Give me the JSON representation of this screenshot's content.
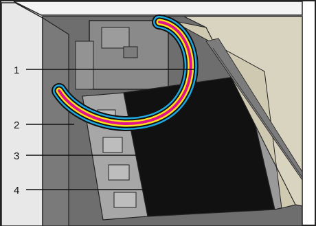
{
  "figure": {
    "callouts": [
      {
        "number": "1",
        "refers_to": "ink-tube-ribbon"
      },
      {
        "number": "2",
        "refers_to": "left-side-frame"
      },
      {
        "number": "3",
        "refers_to": "platen-guide-rail"
      },
      {
        "number": "4",
        "refers_to": "black-platen-area"
      }
    ],
    "colors": {
      "frame_outline": "#222222",
      "metal_gray": "#8c8c8c",
      "light_gray": "#c9c9c9",
      "beige_rail": "#d9d4c0",
      "platen_black": "#111111",
      "tube_cyan": "#1fa8e0",
      "tube_magenta": "#e0128a",
      "tube_yellow": "#ffe21a",
      "tube_black": "#111111"
    },
    "icons": [
      "printer-interior-illustration"
    ]
  }
}
